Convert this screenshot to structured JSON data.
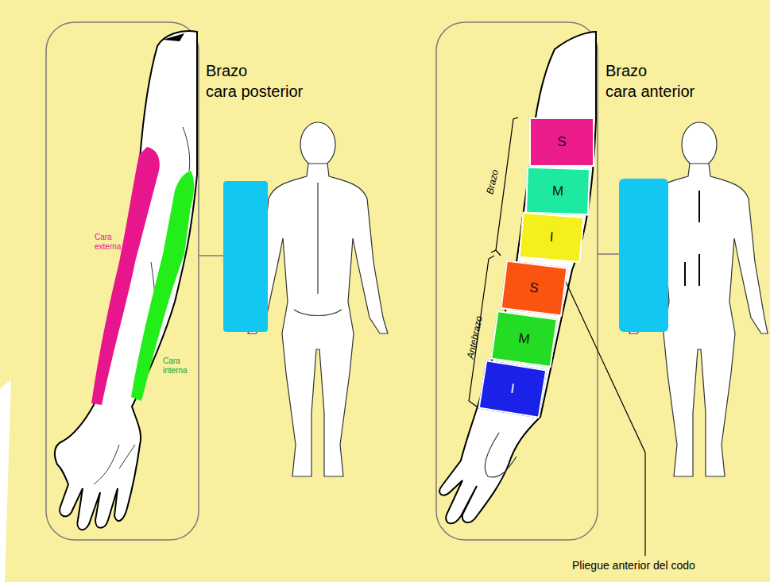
{
  "diagram": {
    "nodes": [
      {
        "text": [
          "Cara externa"
        ]
      },
      {
        "text": [
          "Cara interna"
        ]
      },
      {
        "text": [
          "S"
        ]
      },
      {
        "text": [
          "M"
        ]
      },
      {
        "text": [
          "I"
        ]
      },
      {
        "text": [
          "S"
        ]
      },
      {
        "text": [
          "M"
        ]
      },
      {
        "text": [
          "I"
        ]
      }
    ],
    "labels": [
      "Brazo cara posterior",
      "Brazo cara anterior",
      "Brazo",
      "Antebrazo",
      "Pliegue anterior del codo"
    ]
  }
}
